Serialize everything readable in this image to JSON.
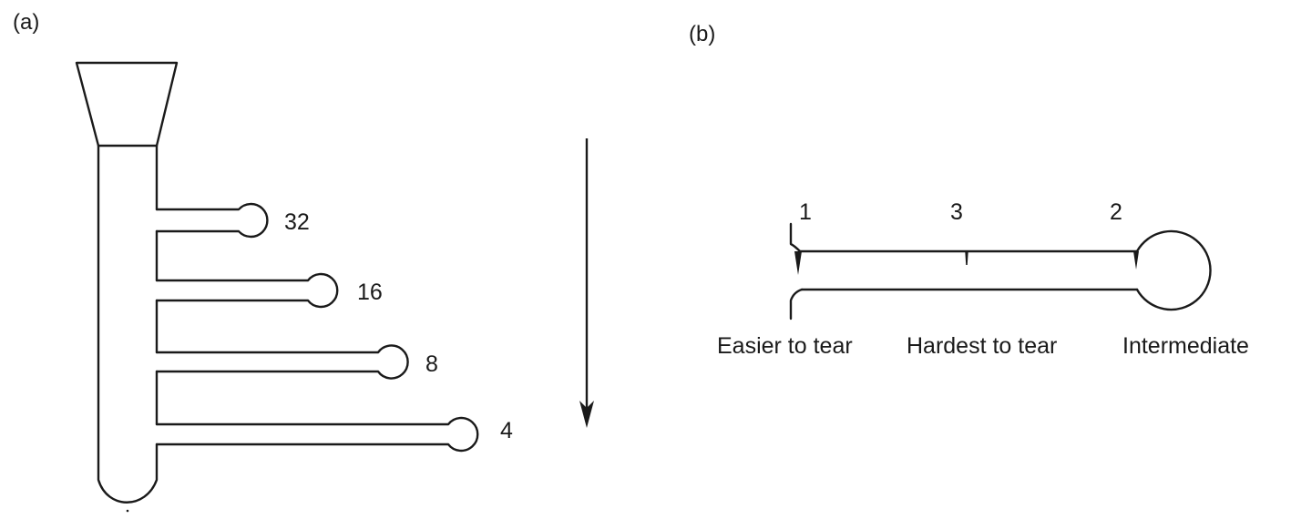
{
  "panel_a": {
    "label": "(a)",
    "branches": [
      {
        "label": "32"
      },
      {
        "label": "16"
      },
      {
        "label": "8"
      },
      {
        "label": "4"
      }
    ]
  },
  "panel_b": {
    "label": "(b)",
    "notches": [
      {
        "number": "1",
        "caption": "Easier to tear"
      },
      {
        "number": "3",
        "caption": "Hardest to tear"
      },
      {
        "number": "2",
        "caption": "Intermediate"
      }
    ]
  }
}
